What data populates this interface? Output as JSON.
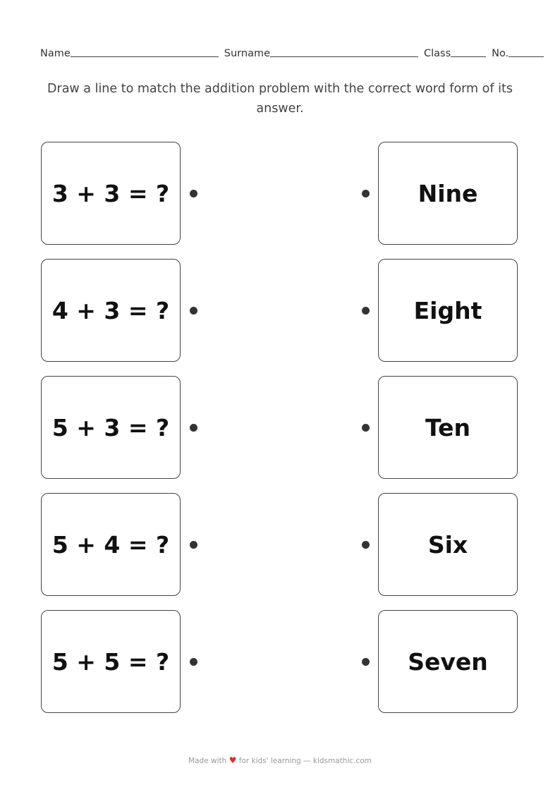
{
  "header": {
    "name_label": "Name",
    "surname_label": "Surname",
    "class_label": "Class",
    "no_label": "No."
  },
  "instructions": "Draw a line to match the addition problem with the correct word form of its answer.",
  "problems": [
    {
      "text": "3 + 3 = ?"
    },
    {
      "text": "4 + 3 = ?"
    },
    {
      "text": "5 + 3 = ?"
    },
    {
      "text": "5 + 4 = ?"
    },
    {
      "text": "5 + 5 = ?"
    }
  ],
  "answers": [
    {
      "text": "Nine"
    },
    {
      "text": "Eight"
    },
    {
      "text": "Ten"
    },
    {
      "text": "Six"
    },
    {
      "text": "Seven"
    }
  ],
  "footer": {
    "prefix": "Made with",
    "heart_icon": "♥",
    "suffix": "for kids' learning — kidsmathic.com"
  }
}
